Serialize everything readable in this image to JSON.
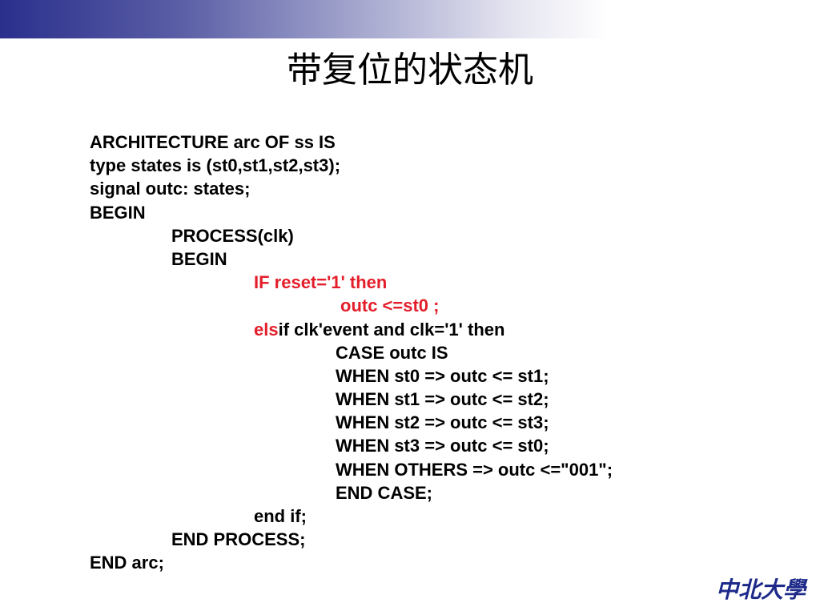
{
  "title": "带复位的状态机",
  "code": {
    "l01": "ARCHITECTURE arc OF ss IS",
    "l02": "type states is (st0,st1,st2,st3);",
    "l03": "signal outc: states;",
    "l04": "BEGIN",
    "l05": "PROCESS(clk)",
    "l06": "BEGIN",
    "l07": "IF reset='1' then",
    "l08": "outc <=st0 ;",
    "l09a": "els",
    "l09b": "if clk'event and clk='1' then",
    "l10": "CASE outc IS",
    "l11": "WHEN st0 => outc <= st1;",
    "l12": "WHEN st1 => outc <= st2;",
    "l13": "WHEN st2 => outc <= st3;",
    "l14": "WHEN st3 => outc <= st0;",
    "l15": "WHEN OTHERS => outc <=\"001\";",
    "l16": "END CASE;",
    "l17": "end if;",
    "l18": "END PROCESS;",
    "l19": "END arc;"
  },
  "logo": {
    "text": "中北大學"
  },
  "colors": {
    "highlight": "#e31e2a",
    "bar": "#2a2f8c",
    "logo": "#1d2a8a"
  }
}
